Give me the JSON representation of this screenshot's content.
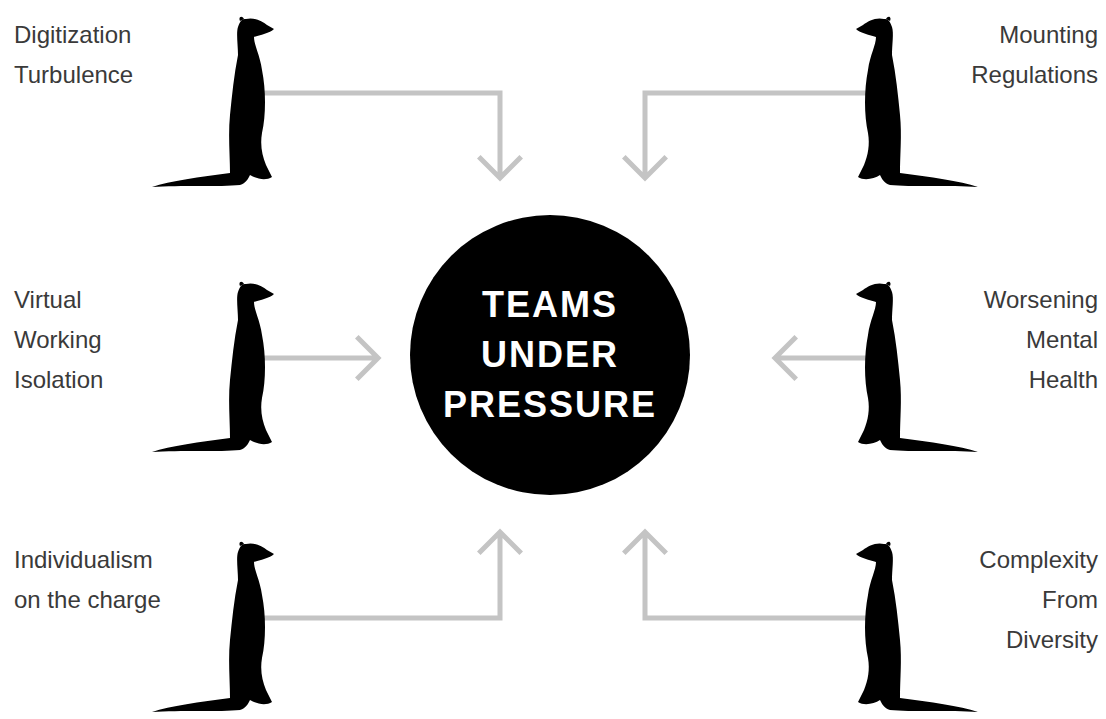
{
  "diagram": {
    "nodes": [
      {
        "text": [
          "Digitization Turbulence"
        ]
      },
      {
        "text": [
          "Mounting Regulations"
        ]
      },
      {
        "text": [
          "Virtual Working Isolation"
        ]
      },
      {
        "text": [
          "TEAMS UNDER PRESSURE"
        ]
      },
      {
        "text": [
          "Worsening Mental Health"
        ]
      },
      {
        "text": [
          "Individualism on the charge"
        ]
      },
      {
        "text": [
          "Complexity From Diversity"
        ]
      }
    ],
    "edges": [
      {
        "from": 0,
        "to": 3,
        "arrow": "to"
      },
      {
        "from": 1,
        "to": 3,
        "arrow": "to"
      },
      {
        "from": 2,
        "to": 3,
        "arrow": "to"
      },
      {
        "from": 4,
        "to": 3,
        "arrow": "to"
      },
      {
        "from": 5,
        "to": 3,
        "arrow": "to"
      },
      {
        "from": 6,
        "to": 3,
        "arrow": "to"
      }
    ]
  }
}
